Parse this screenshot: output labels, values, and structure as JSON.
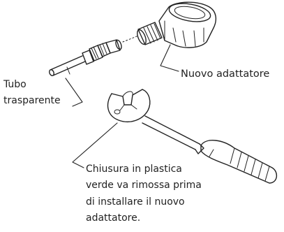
{
  "labels": {
    "adapter": "Nuovo adattatore",
    "tube_line1": "Tubo",
    "tube_line2": "trasparente",
    "note_lines": [
      "Chiusura in plastica",
      "verde va rimossa prima",
      "di installare il nuovo",
      "adattatore."
    ]
  },
  "colors": {
    "ink": "#222222",
    "paper": "#ffffff"
  }
}
